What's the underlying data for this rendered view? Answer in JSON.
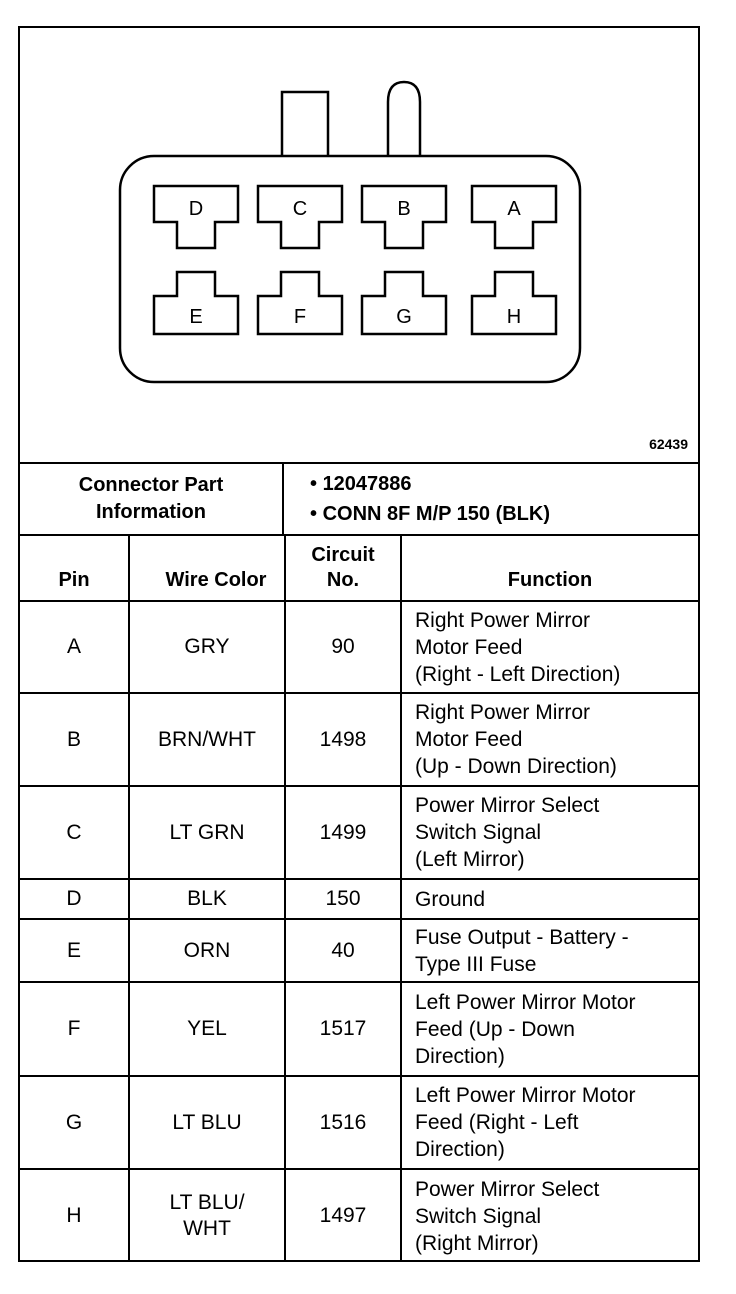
{
  "figure_number": "62439",
  "connector": {
    "pins_top": [
      "D",
      "C",
      "B",
      "A"
    ],
    "pins_bottom": [
      "E",
      "F",
      "G",
      "H"
    ]
  },
  "part_info": {
    "label_line1": "Connector Part",
    "label_line2": "Information",
    "items": [
      "12047886",
      "CONN 8F M/P 150 (BLK)"
    ]
  },
  "headers": {
    "pin": "Pin",
    "wire_color": "Wire Color",
    "circuit_line1": "Circuit",
    "circuit_line2": "No.",
    "function": "Function"
  },
  "rows": [
    {
      "pin": "A",
      "wire": "GRY",
      "circuit": "90",
      "function": "Right Power Mirror\nMotor Feed\n(Right - Left Direction)"
    },
    {
      "pin": "B",
      "wire": "BRN/WHT",
      "circuit": "1498",
      "function": "Right Power Mirror\nMotor Feed\n(Up - Down Direction)"
    },
    {
      "pin": "C",
      "wire": "LT GRN",
      "circuit": "1499",
      "function": "Power Mirror Select\nSwitch Signal\n(Left Mirror)"
    },
    {
      "pin": "D",
      "wire": "BLK",
      "circuit": "150",
      "function": "Ground"
    },
    {
      "pin": "E",
      "wire": "ORN",
      "circuit": "40",
      "function": "Fuse Output - Battery -\nType III Fuse"
    },
    {
      "pin": "F",
      "wire": "YEL",
      "circuit": "1517",
      "function": "Left Power Mirror Motor\nFeed (Up - Down\nDirection)"
    },
    {
      "pin": "G",
      "wire": "LT BLU",
      "circuit": "1516",
      "function": "Left Power Mirror Motor\nFeed (Right - Left\nDirection)"
    },
    {
      "pin": "H",
      "wire": "LT BLU/\nWHT",
      "circuit": "1497",
      "function": "Power Mirror Select\nSwitch Signal\n(Right Mirror)"
    }
  ]
}
